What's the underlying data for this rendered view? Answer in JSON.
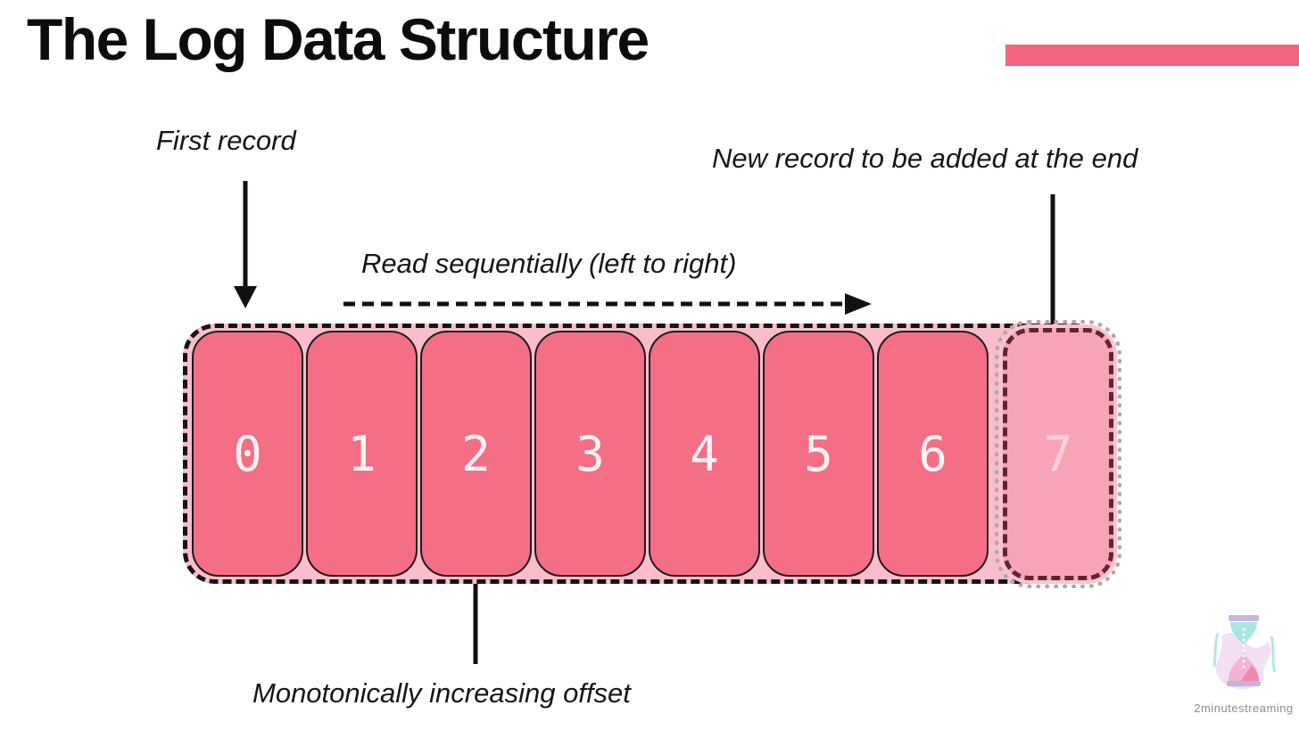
{
  "title": "The Log Data Structure",
  "colors": {
    "accent_bar": "#f4647f",
    "container_fill": "#fbbdcb",
    "cell_fill": "#f46e86",
    "pending_cell_fill": "#f8a4b7",
    "pending_cell_border": "#5e2532"
  },
  "annotations": {
    "first_record": "First record",
    "new_record": "New record to be added at the end",
    "read_sequential": "Read sequentially (left to right)",
    "monotonic_offset": "Monotonically increasing offset"
  },
  "log": {
    "cells": [
      "0",
      "1",
      "2",
      "3",
      "4",
      "5",
      "6"
    ],
    "pending_cell": "7"
  },
  "footer": {
    "brand": "2minutestreaming"
  }
}
